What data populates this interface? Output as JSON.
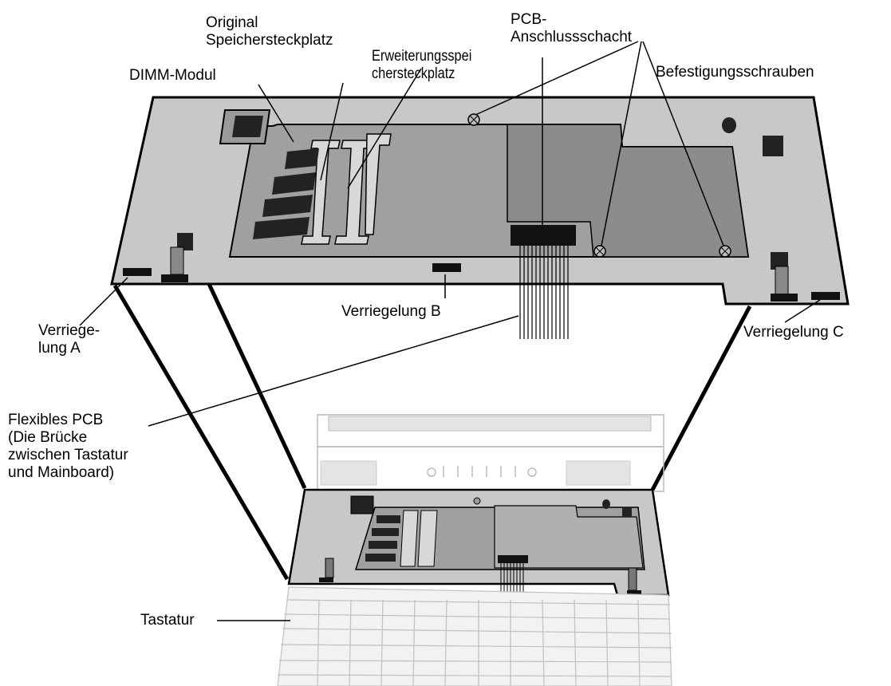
{
  "labels": {
    "original_slot": [
      "Original",
      "Speichersteckplatz"
    ],
    "expansion_slot": [
      "Erweiterungsspei",
      "chersteckplatz"
    ],
    "dimm_module": "DIMM-Modul",
    "pcb_slot": [
      "PCB-",
      "Anschlussschacht"
    ],
    "screws": "Befestigungsschrauben",
    "latch_a": [
      "Verriege-",
      "lung A"
    ],
    "latch_b": "Verriegelung B",
    "latch_c": "Verriegelung C",
    "flex_pcb": [
      "Flexibles PCB",
      "(Die Brücke",
      "zwischen Tastatur",
      "und Mainboard)"
    ],
    "keyboard": "Tastatur"
  },
  "colors": {
    "board": "#c8c8c8",
    "mainboard_area": "#a0a0a0",
    "shield_plate": "#8c8c8c",
    "chip": "#222222",
    "slot_frame": "#d8d8d8",
    "outline": "#000000"
  }
}
